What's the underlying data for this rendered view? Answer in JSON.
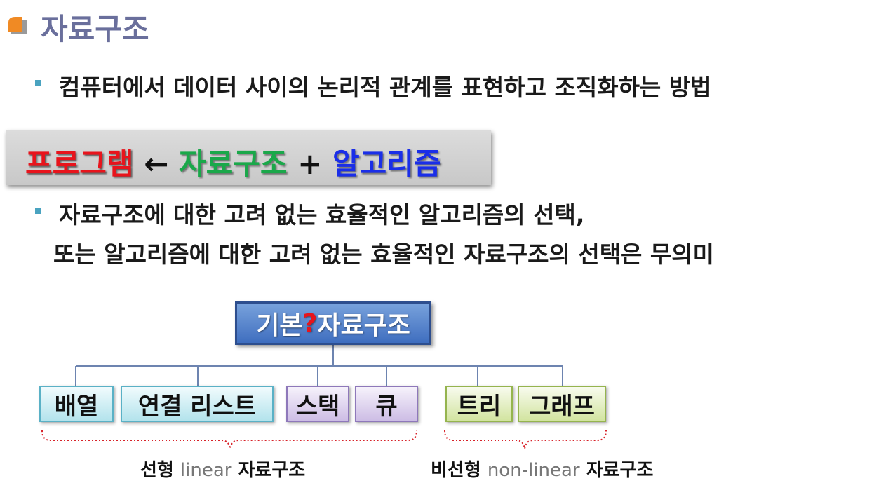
{
  "title": "자료구조",
  "bullets": {
    "b1": "컴퓨터에서 데이터 사이의 논리적 관계를 표현하고 조직화하는 방법",
    "b2_line1": "자료구조에 대한 고려 없는 효율적인 알고리즘의 선택,",
    "b2_line2": "또는 알고리즘에 대한 고려 없는 효율적인 자료구조의 선택은 무의미"
  },
  "formula": {
    "program": "프로그램",
    "arrow": "←",
    "data_structure": "자료구조",
    "plus": "+",
    "algorithm": "알고리즘"
  },
  "tree": {
    "root_a": "기본",
    "root_q": "?",
    "root_b": " 자료구조",
    "nodes": [
      "배열",
      "연결 리스트",
      "스택",
      "큐",
      "트리",
      "그래프"
    ]
  },
  "captions": {
    "linear_ko1": "선형",
    "linear_en": "linear",
    "linear_ko2": "자료구조",
    "nonlinear_ko1": "비선형",
    "nonlinear_en": "non-linear",
    "nonlinear_ko2": "자료구조"
  },
  "colors": {
    "title": "#6a6f9c",
    "program": "#e8141c",
    "data_structure": "#1aa84a",
    "algorithm": "#1a2ee8",
    "root": "#4f7ecb"
  }
}
